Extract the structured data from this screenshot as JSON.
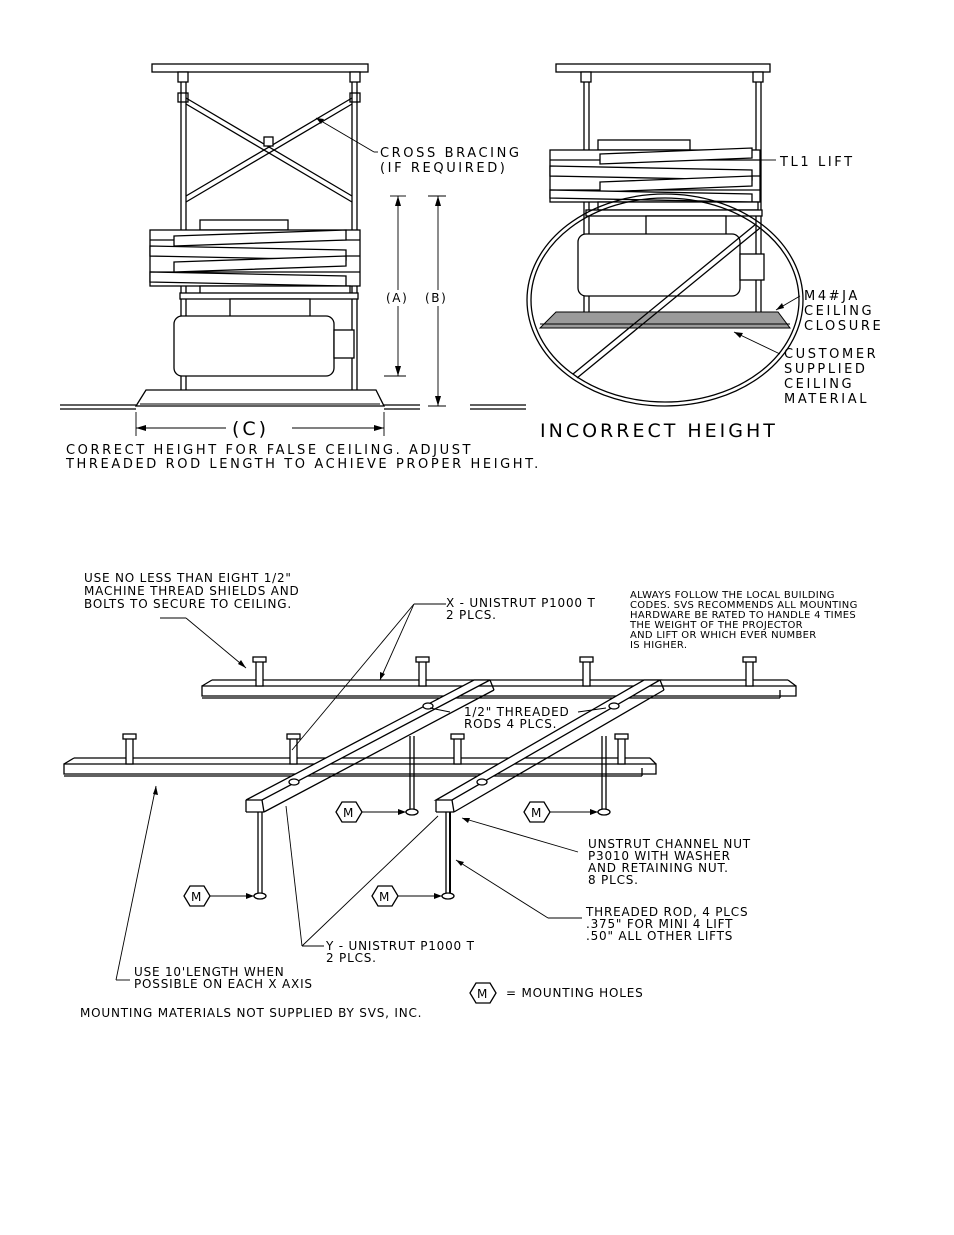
{
  "top_left": {
    "cross_bracing": [
      "CROSS BRACING",
      "(IF REQUIRED)"
    ],
    "dim_a": "(A)",
    "dim_b": "(B)",
    "dim_c": "(C)",
    "caption": [
      "CORRECT HEIGHT FOR FALSE CEILING. ADJUST",
      "THREADED ROD LENGTH TO ACHIEVE PROPER HEIGHT."
    ]
  },
  "top_right": {
    "lift_label": "TL1 LIFT",
    "closure_label": [
      "M4#JA",
      "CEILING",
      "CLOSURE"
    ],
    "material_label": [
      "CUSTOMER",
      "SUPPLIED",
      "CEILING",
      "MATERIAL"
    ],
    "caption": "INCORRECT HEIGHT"
  },
  "bottom": {
    "use_no_less": [
      "USE NO LESS THAN EIGHT  1/2\"",
      " MACHINE THREAD SHIELDS AND",
      "BOLTS TO SECURE TO CEILING."
    ],
    "x_unistrut": [
      "X - UNISTRUT P1000 T",
      "2 PLCS."
    ],
    "codes_note": [
      "ALWAYS FOLLOW THE LOCAL BUILDING",
      "CODES. SVS RECOMMENDS  ALL MOUNTING",
      "HARDWARE BE RATED TO HANDLE 4 TIMES",
      "THE WEIGHT OF THE PROJECTOR",
      "AND LIFT OR WHICH EVER NUMBER",
      "IS HIGHER."
    ],
    "threaded_rods": [
      "1/2\" THREADED",
      "RODS 4 PLCS."
    ],
    "channel_nut": [
      "UNSTRUT CHANNEL NUT",
      "P3010 WITH WASHER",
      "AND RETAINING NUT.",
      "8 PLCS."
    ],
    "threaded_rod": [
      "THREADED ROD, 4 PLCS",
      ".375\" FOR MINI 4 LIFT",
      ".50\" ALL OTHER LIFTS"
    ],
    "y_unistrut": [
      "Y - UNISTRUT P1000 T",
      "2 PLCS."
    ],
    "use_10ft": [
      "USE 10'LENGTH WHEN",
      "POSSIBLE ON EACH X AXIS"
    ],
    "marker": "M",
    "legend_text": "= MOUNTING HOLES",
    "footer": "MOUNTING MATERIALS NOT SUPPLIED BY SVS, INC."
  }
}
